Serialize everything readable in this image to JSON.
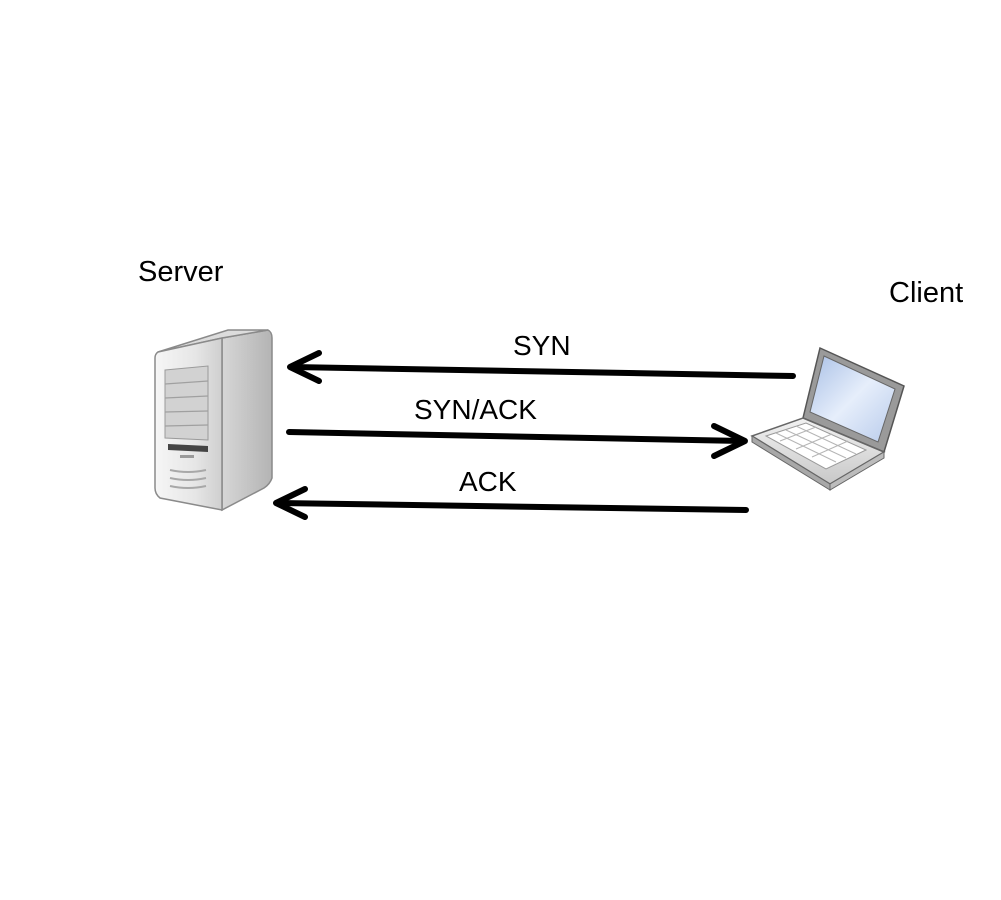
{
  "nodes": {
    "server": {
      "label": "Server",
      "icon": "server-tower-icon"
    },
    "client": {
      "label": "Client",
      "icon": "laptop-icon"
    }
  },
  "messages": [
    {
      "label": "SYN",
      "from": "client",
      "to": "server"
    },
    {
      "label": "SYN/ACK",
      "from": "server",
      "to": "client"
    },
    {
      "label": "ACK",
      "from": "client",
      "to": "server"
    }
  ],
  "colors": {
    "arrow": "#000000",
    "text": "#000000",
    "server_body": "#e9e9e9",
    "laptop_screen": "#c9d9f2"
  }
}
